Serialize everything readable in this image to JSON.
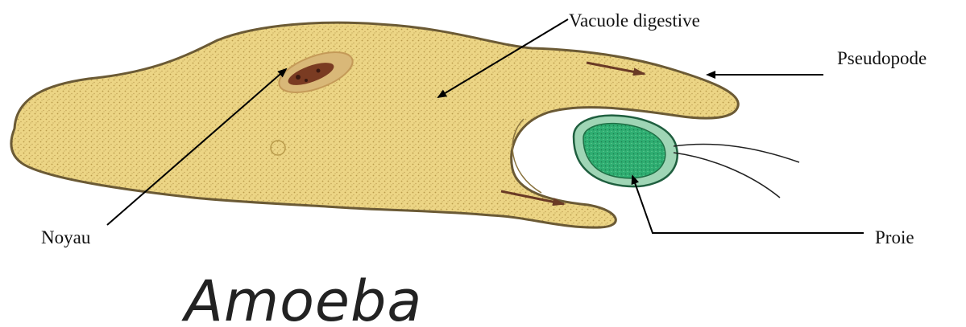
{
  "title": "Amoeba",
  "labels": {
    "vacuole": "Vacuole digestive",
    "pseudopod": "Pseudopode",
    "nucleus": "Noyau",
    "prey": "Proie"
  },
  "colors": {
    "cytoplasm": "#ecd585",
    "cytoplasm_stipple": "#b89a4a",
    "outline": "#6b5a35",
    "nucleus": "#7a3b22",
    "prey_outer": "#9fd5b5",
    "prey_inner": "#27a36a",
    "arrow_flow": "#6a3a25"
  }
}
